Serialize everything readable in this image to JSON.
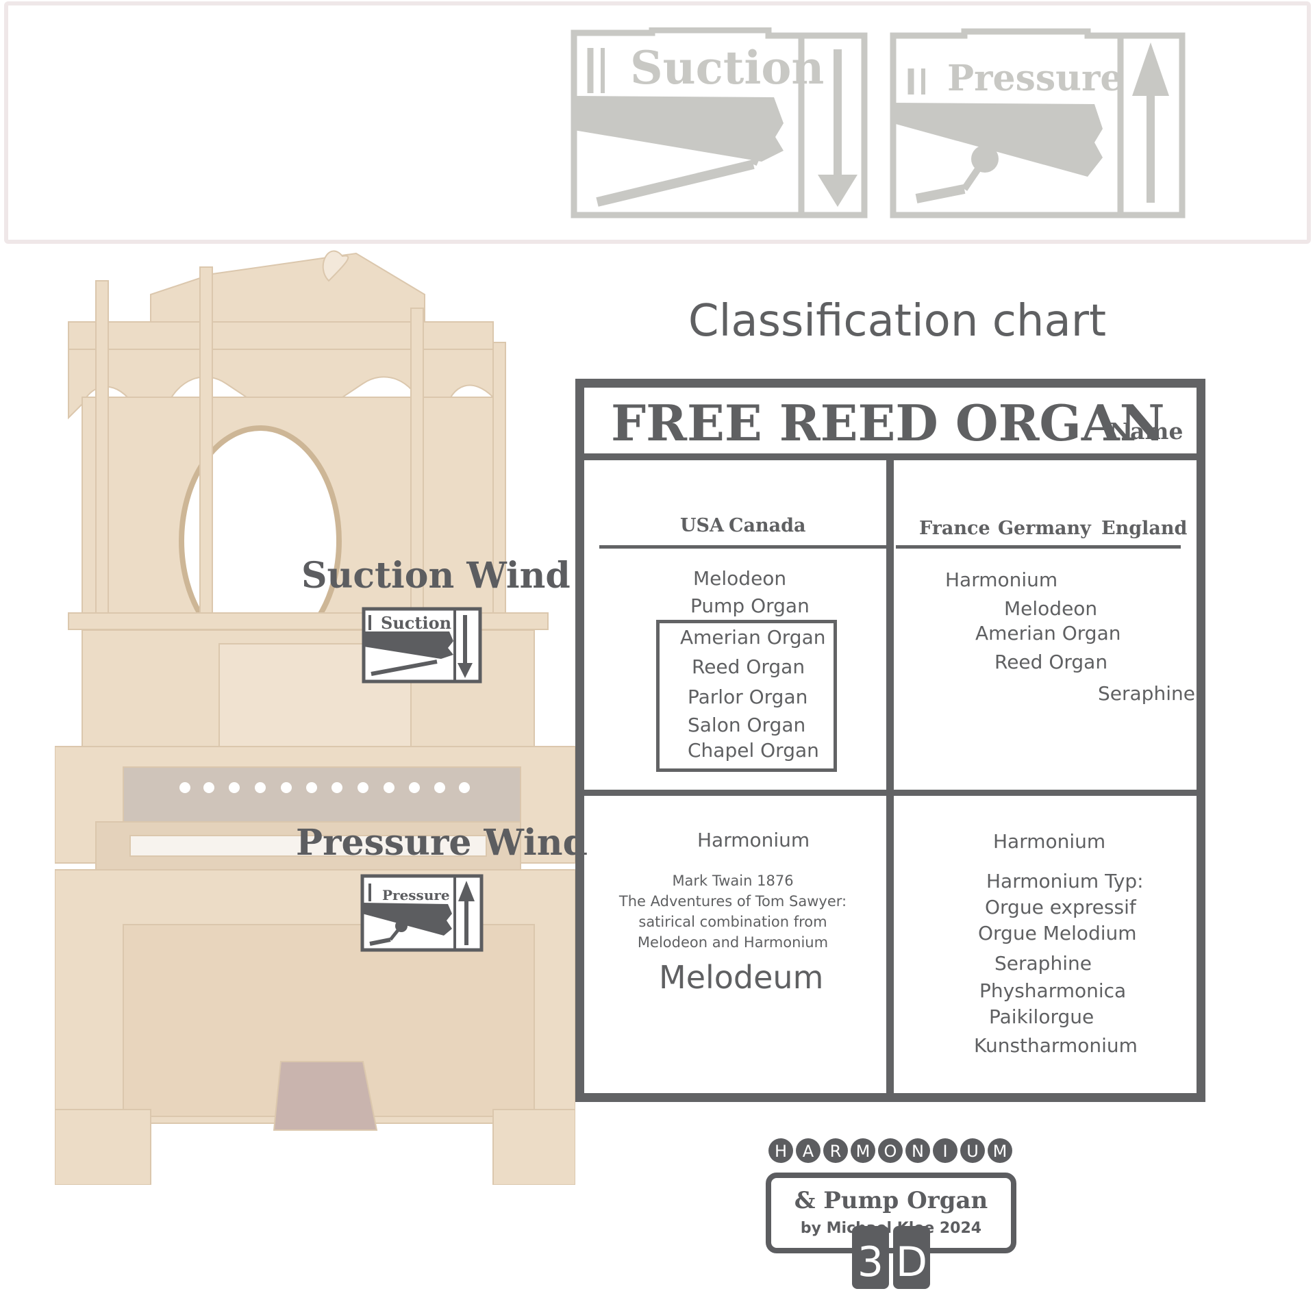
{
  "banner": {
    "suction_label": "Suction",
    "pressure_label": "Pressure"
  },
  "chart_title": "Classification chart",
  "table": {
    "title": "FREE REED ORGAN",
    "name_label": "Name",
    "left_countries": [
      "USA",
      "Canada"
    ],
    "right_countries": [
      "France",
      "Germany",
      "England"
    ],
    "suction_left": {
      "plain": [
        "Melodeon",
        "Pump Organ"
      ],
      "boxed": [
        "Amerian Organ",
        "Reed Organ",
        "Parlor Organ",
        "Salon Organ",
        "Chapel Organ"
      ]
    },
    "suction_right": [
      "Harmonium",
      "Melodeon",
      "Amerian Organ",
      "Reed Organ",
      "Seraphine"
    ],
    "pressure_left": {
      "heading": "Harmonium",
      "note_lines": [
        "Mark Twain 1876",
        "The Adventures of Tom Sawyer:",
        "satirical combination from",
        "Melodeon and Harmonium"
      ],
      "term": "Melodeum"
    },
    "pressure_right": [
      "Harmonium",
      "Harmonium Typ:",
      "Orgue expressif",
      "Orgue Melodium",
      "Seraphine",
      "Physharmonica",
      "Paikilorgue",
      "Kunstharmonium"
    ]
  },
  "wind": {
    "suction_title": "Suction Wind",
    "suction_icon_label": "Suction",
    "pressure_title": "Pressure Wind",
    "pressure_icon_label": "Pressure"
  },
  "logo": {
    "word_letters": [
      "H",
      "A",
      "R",
      "M",
      "O",
      "N",
      "I",
      "U",
      "M"
    ],
    "line1": "& Pump Organ",
    "line2": "by Michael Klee 2024",
    "badge_letters": [
      "3",
      "D"
    ]
  },
  "colors": {
    "table_frame": "#626365",
    "text": "#5f6062",
    "banner_icon": "#c8c8c4",
    "banner_border": "#efe7e8",
    "wood": "#e9d8c2"
  }
}
